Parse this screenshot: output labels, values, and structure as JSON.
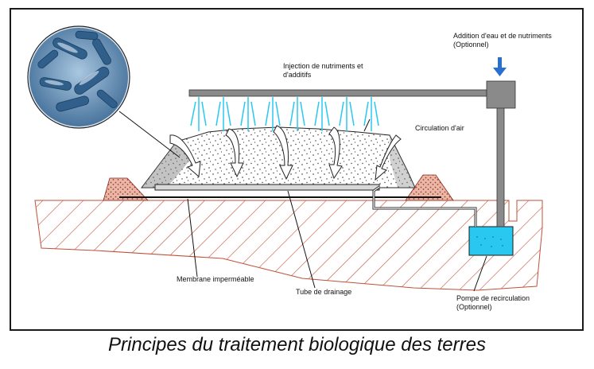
{
  "diagram": {
    "labels": {
      "water_addition_line1": "Addition d'eau et de nutriments",
      "water_addition_line2": "(Optionnel)",
      "nutrient_injection_line1": "Injection de nutriments et",
      "nutrient_injection_line2": "d'additifs",
      "air_circulation": "Circulation d'air",
      "impermeable_membrane": "Membrane imperméable",
      "drainage_tube": "Tube de drainage",
      "recirculation_pump_line1": "Pompe de recirculation",
      "recirculation_pump_line2": "(Optionnel)"
    },
    "caption": "Principes du traitement biologique des terres",
    "colors": {
      "water": "#28c8f0",
      "soil_hatch": "#c0503a",
      "berm": "#c0503a",
      "pipe": "#8a8a8a",
      "arrow_blue": "#2a6fd0",
      "microbe_bg": "#7fa6c8"
    }
  }
}
